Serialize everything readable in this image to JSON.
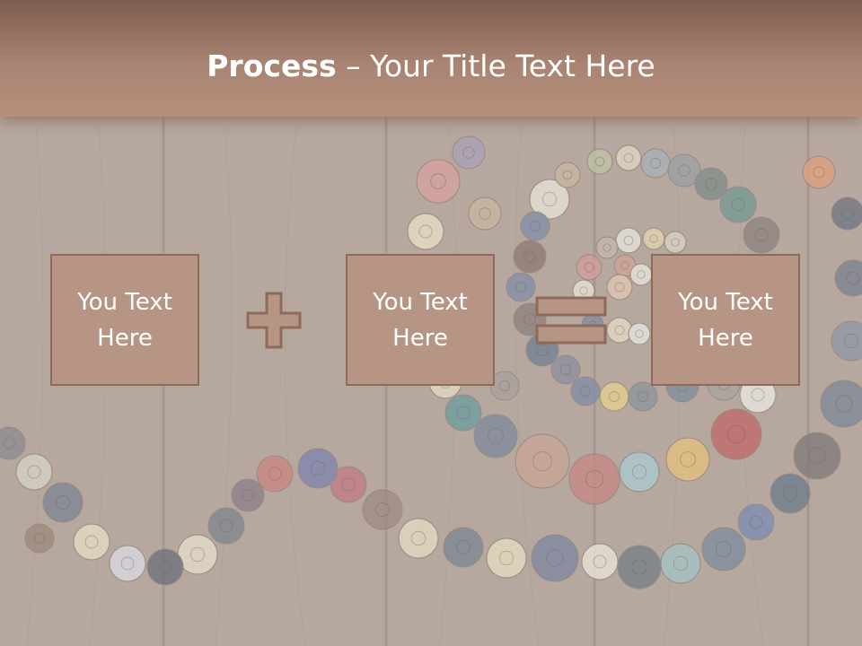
{
  "slide": {
    "title_bold": "Process",
    "title_sep": " – ",
    "title_rest": "Your Title Text Here",
    "boxes": [
      {
        "label": "You Text Here"
      },
      {
        "label": "You Text Here"
      },
      {
        "label": "You Text Here"
      }
    ],
    "operators": [
      "plus-icon",
      "equals-icon"
    ]
  },
  "colors": {
    "title_bar": "#a98472",
    "box_fill": "#b69585",
    "box_border": "#8d6a5a",
    "text": "#ffffff"
  }
}
